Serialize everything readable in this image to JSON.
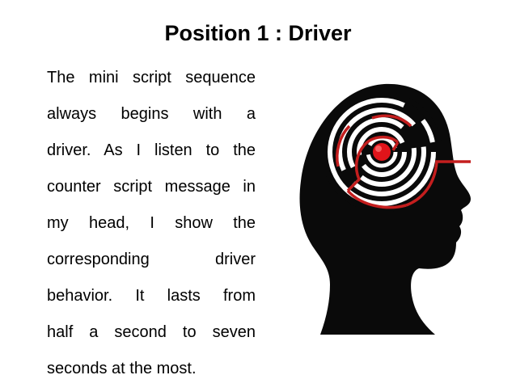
{
  "slide": {
    "title": "Position 1 : Driver",
    "body_lines": [
      "The mini script sequence",
      "always begins with a",
      "driver. As I listen to the",
      "counter script message in",
      "my head, I show the",
      "corresponding driver",
      "behavior. It lasts from",
      "half a second to seven",
      "seconds at the most."
    ]
  },
  "image": {
    "icon": "head-maze-illustration",
    "colors": {
      "silhouette": "#0a0a0a",
      "maze_walls": "#ffffff",
      "maze_path": "#c41e1e",
      "center_dot": "#e0141a"
    }
  }
}
